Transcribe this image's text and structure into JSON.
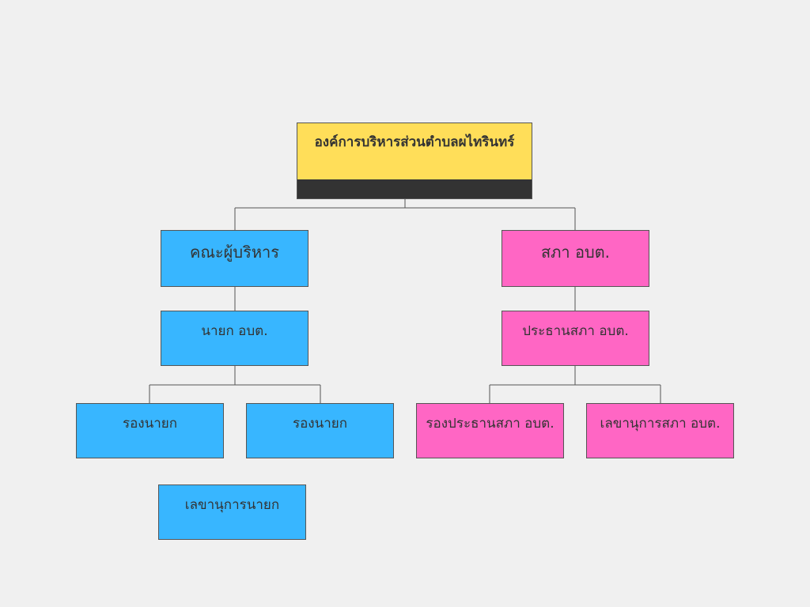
{
  "org_chart": {
    "root": {
      "title": "องค์การบริหารส่วนตำบลผไทรินทร์"
    },
    "executive": {
      "header": "คณะผู้บริหาร",
      "mayor": "นายก อบต.",
      "deputies": [
        "รองนายก",
        "รองนายก"
      ],
      "secretary": "เลขานุการนายก"
    },
    "council": {
      "header": "สภา อบต.",
      "president": "ประธานสภา อบต.",
      "vice_president": "รองประธานสภา อบต.",
      "secretary": "เลขานุการสภา อบต."
    }
  },
  "colors": {
    "background": "#f0f0f0",
    "root_fill": "#ffde59",
    "root_bar": "#333333",
    "executive_fill": "#38b6ff",
    "council_fill": "#ff66c4",
    "connector": "#555555"
  }
}
